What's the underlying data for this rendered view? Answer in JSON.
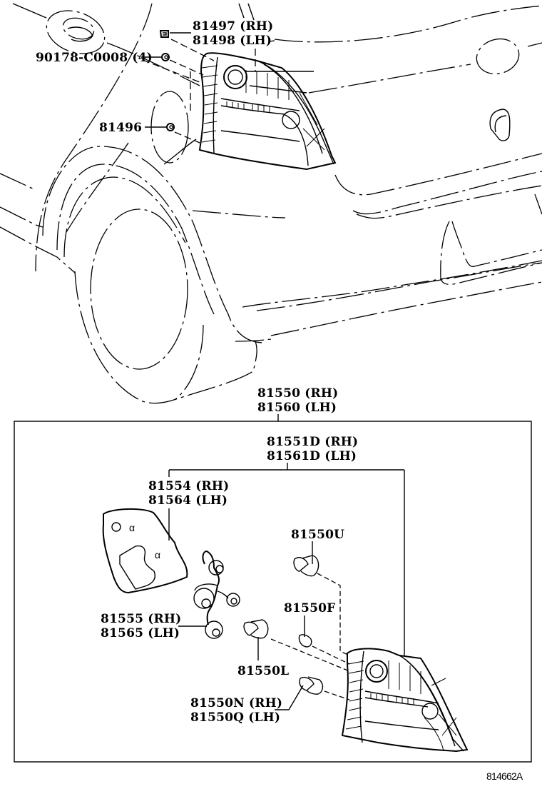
{
  "diagram": {
    "type": "parts-catalog-illustration",
    "subject": "Rear combination (tail) lamp assembly",
    "figure_code": "814662A",
    "upper_view_labels": [
      {
        "id": "81497-81498",
        "lines": [
          "81497 (RH)",
          "81498 (LH)"
        ],
        "part": "clip"
      },
      {
        "id": "90178-C0008",
        "lines": [
          "90178-C0008 (4)"
        ],
        "part": "nut",
        "quantity": 4
      },
      {
        "id": "81496",
        "lines": [
          "81496"
        ],
        "part": "nut"
      }
    ],
    "box_labels": {
      "assembly": {
        "lines": [
          "81550 (RH)",
          "81560 (LH)"
        ]
      },
      "lens_housing": {
        "lines": [
          "81551D (RH)",
          "81561D (LH)"
        ]
      },
      "gasket": {
        "lines": [
          "81554 (RH)",
          "81564 (LH)"
        ]
      },
      "socket_wire": {
        "lines": [
          "81555 (RH)",
          "81565 (LH)"
        ]
      },
      "bulb_u": {
        "lines": [
          "81550U"
        ]
      },
      "bulb_f": {
        "lines": [
          "81550F"
        ]
      },
      "bulb_l": {
        "lines": [
          "81550L"
        ]
      },
      "bulb_nq": {
        "lines": [
          "81550N (RH)",
          "81550Q (LH)"
        ]
      }
    }
  }
}
